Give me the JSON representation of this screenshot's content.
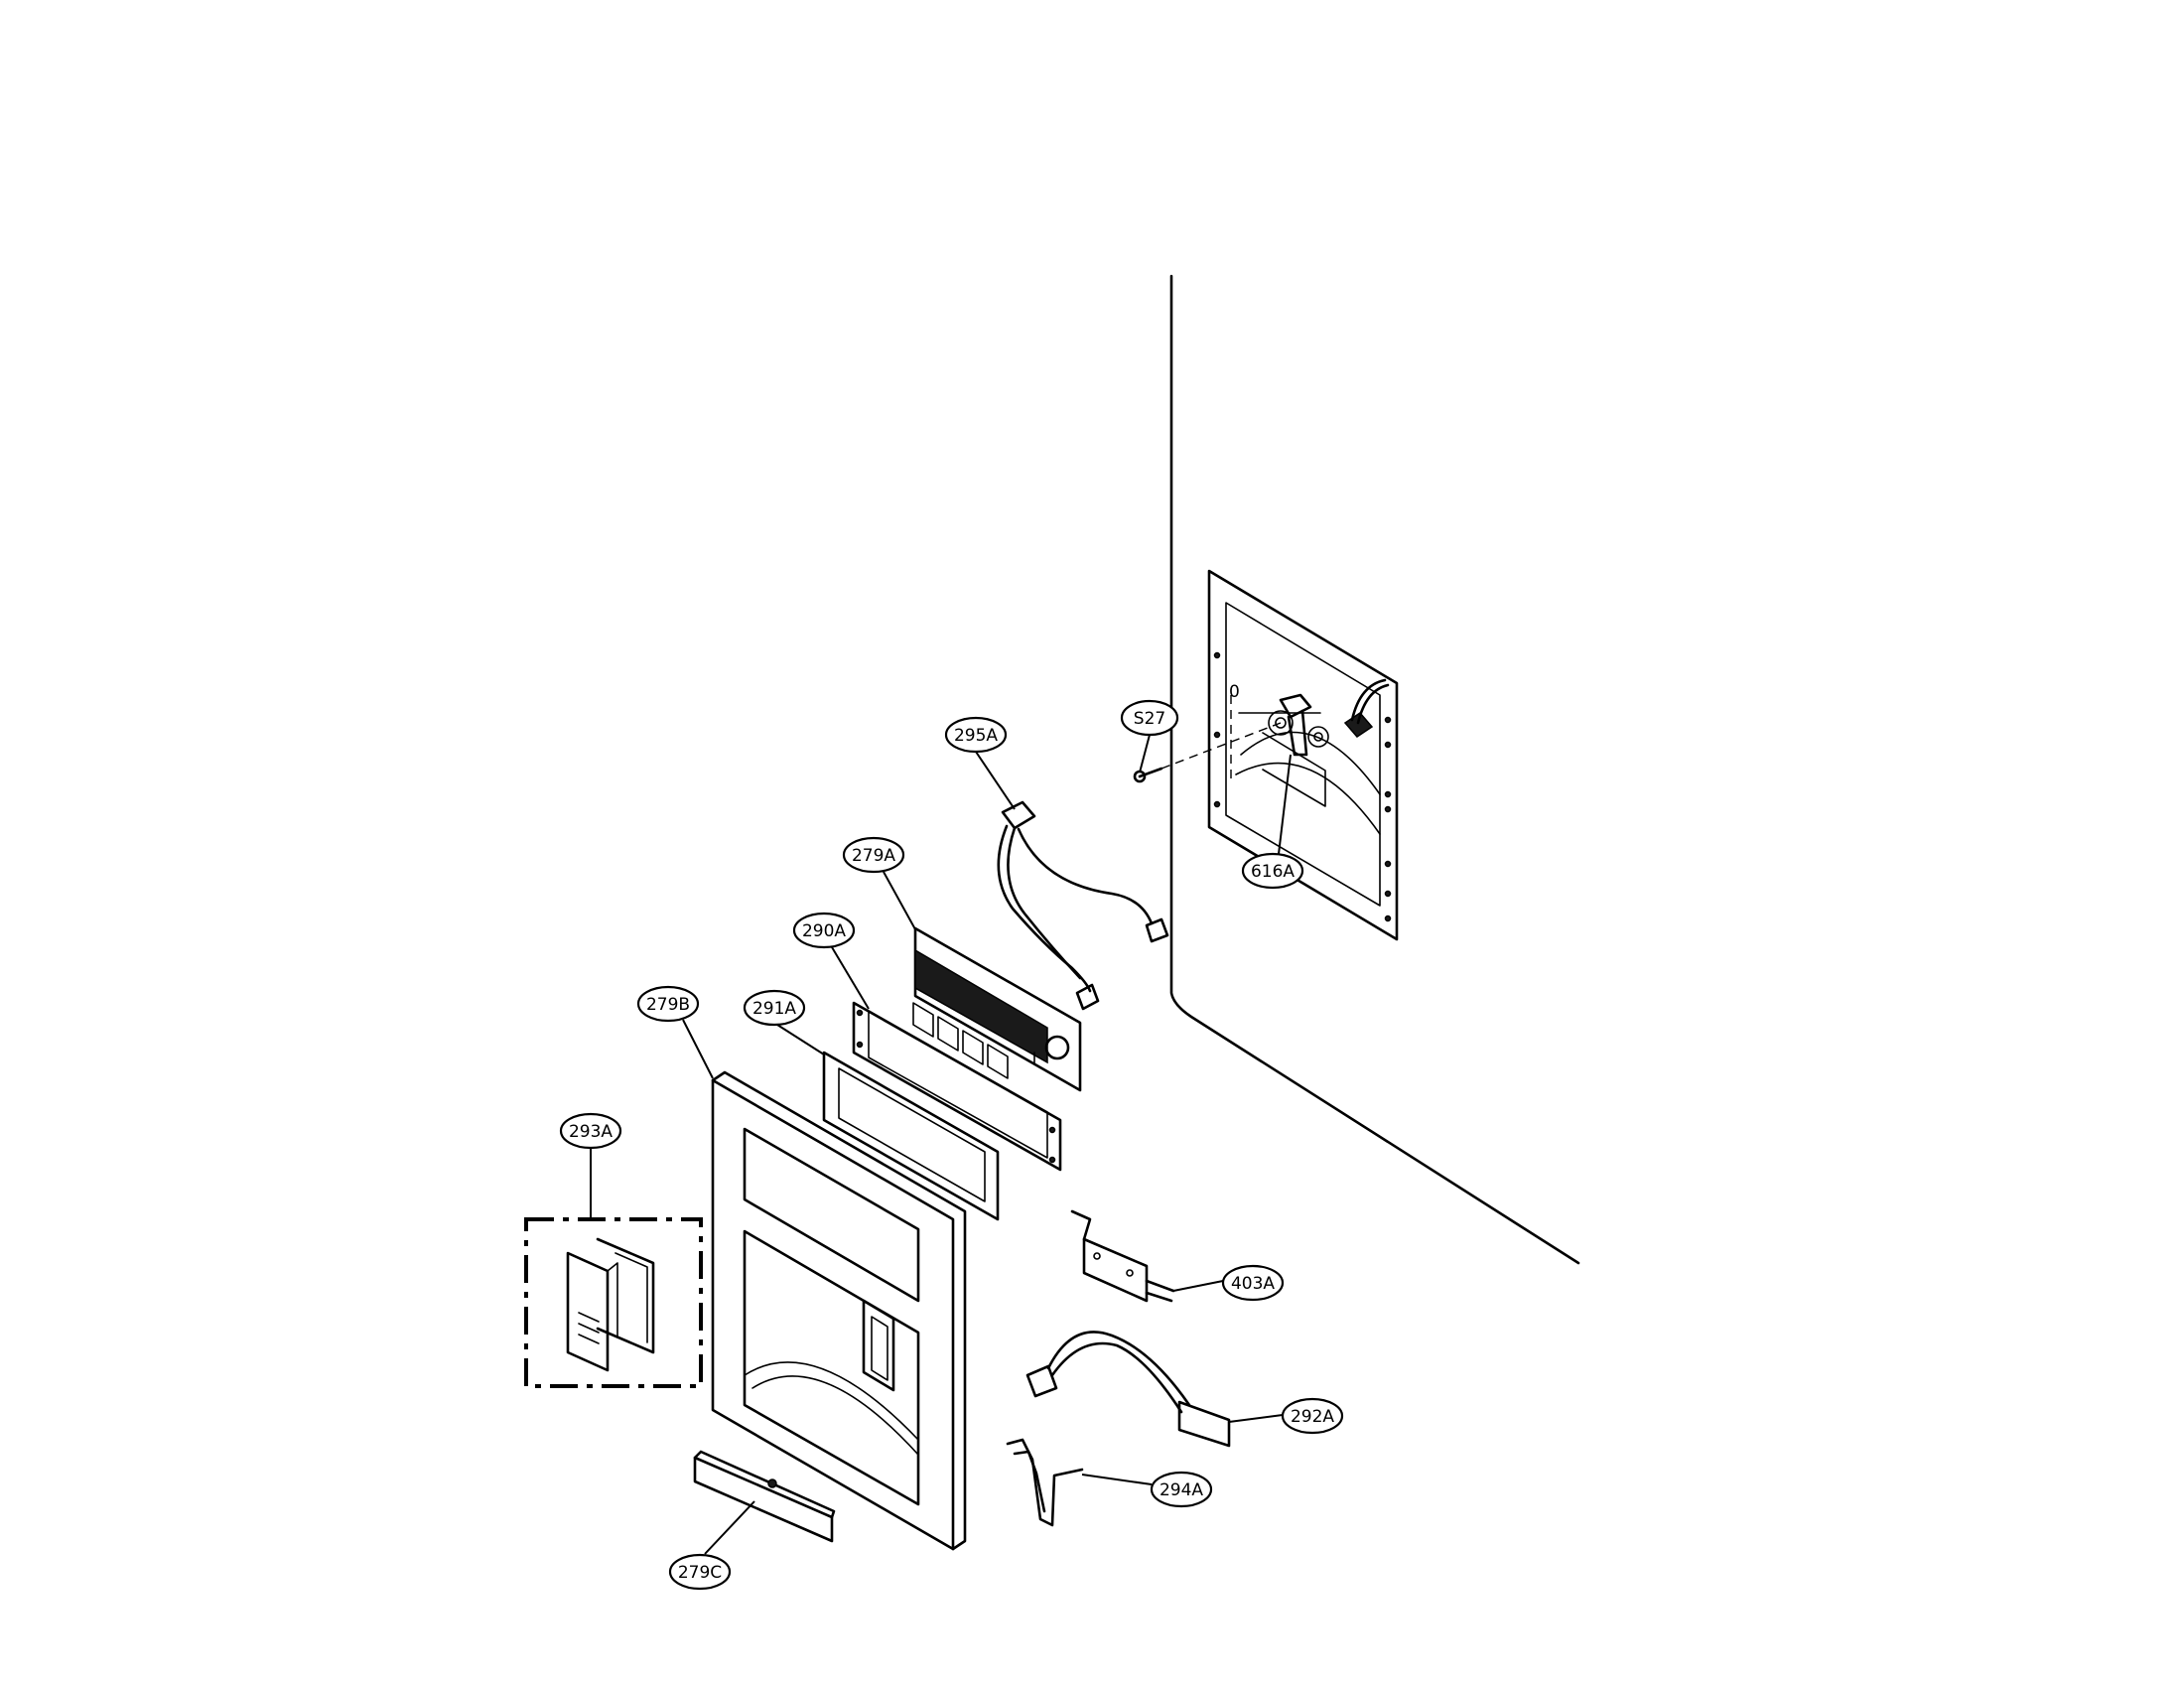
{
  "callouts": {
    "c295A": "295A",
    "c279A": "279A",
    "c290A": "290A",
    "c279B": "279B",
    "c291A": "291A",
    "c293A": "293A",
    "cS27": "S27",
    "c616A": "616A",
    "c403A": "403A",
    "c292A": "292A",
    "c294A": "294A",
    "c279C": "279C"
  },
  "panel_mark": "0"
}
